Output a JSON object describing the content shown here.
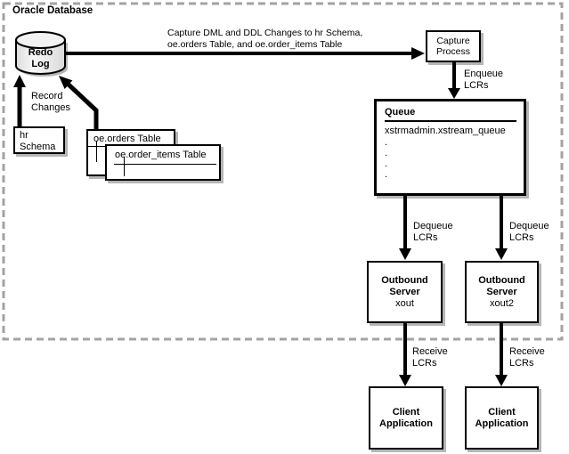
{
  "diagram_title": "Oracle Database",
  "redo_log": {
    "line1": "Redo",
    "line2": "Log"
  },
  "capture_arrow_label": {
    "line1": "Capture DML and DDL Changes to hr Schema,",
    "line2": "oe.orders Table, and oe.order_items Table"
  },
  "capture_process": {
    "line1": "Capture",
    "line2": "Process"
  },
  "enqueue_label": {
    "line1": "Enqueue",
    "line2": "LCRs"
  },
  "queue": {
    "title": "Queue",
    "name": "xstrmadmin.xstream_queue",
    "dots": [
      ".",
      ".",
      ".",
      "."
    ]
  },
  "record_changes_label": {
    "line1": "Record",
    "line2": "Changes"
  },
  "hr_schema": {
    "line1": "hr",
    "line2": "Schema"
  },
  "oe_orders_table": {
    "label": "oe.orders Table"
  },
  "oe_order_items_table": {
    "label": "oe.order_items Table"
  },
  "dequeue_left_label": {
    "line1": "Dequeue",
    "line2": "LCRs"
  },
  "dequeue_right_label": {
    "line1": "Dequeue",
    "line2": "LCRs"
  },
  "outbound_server_left": {
    "line1": "Outbound",
    "line2": "Server",
    "name": "xout"
  },
  "outbound_server_right": {
    "line1": "Outbound",
    "line2": "Server",
    "name": "xout2"
  },
  "receive_left_label": {
    "line1": "Receive",
    "line2": "LCRs"
  },
  "receive_right_label": {
    "line1": "Receive",
    "line2": "LCRs"
  },
  "client_application_left": {
    "line1": "Client",
    "line2": "Application"
  },
  "client_application_right": {
    "line1": "Client",
    "line2": "Application"
  },
  "colors": {
    "line": "#000000",
    "box_fill": "#ffffff",
    "shadow": "#b5b5b5",
    "dashed_border": "#a3a3a3",
    "cylinder_fill": "#ededed"
  }
}
